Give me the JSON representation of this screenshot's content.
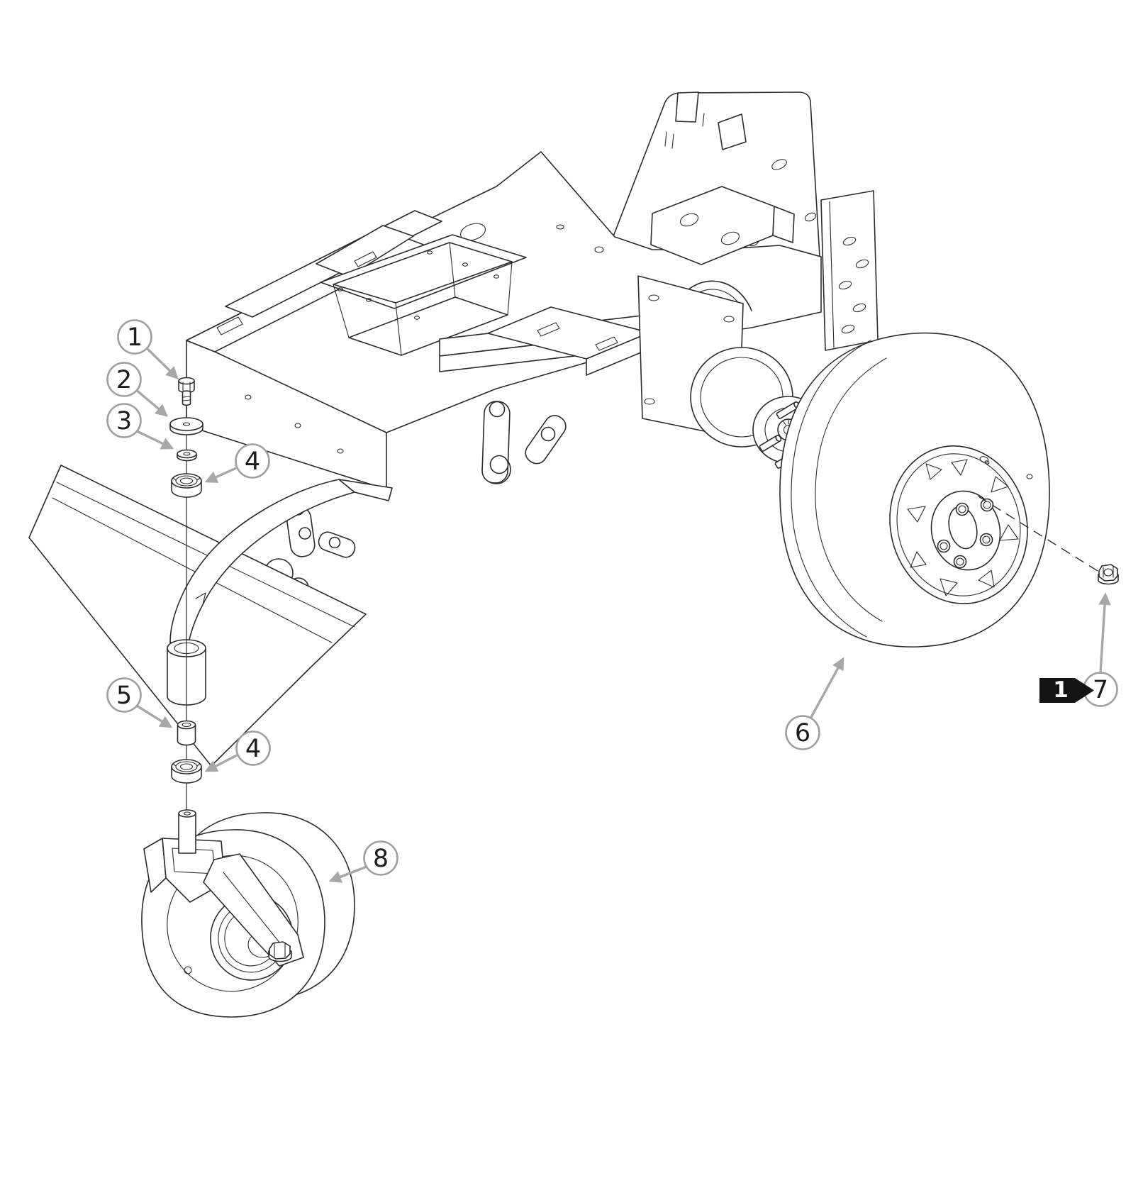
{
  "diagram": {
    "type": "exploded-parts-diagram",
    "subject": "caster wheel and drive wheel assembly",
    "background_color": "#ffffff",
    "line_color": "#2b2b2b",
    "callout_stroke_color": "#9ba0a5",
    "arrow_color": "#a5a7aa",
    "flag_bg_color": "#141414",
    "flag_text_color": "#ffffff"
  },
  "callouts": [
    {
      "label": "1",
      "part": "hex-bolt"
    },
    {
      "label": "2",
      "part": "flat-washer-large"
    },
    {
      "label": "3",
      "part": "flat-washer-small"
    },
    {
      "label": "4",
      "part": "caster-bearing-upper"
    },
    {
      "label": "5",
      "part": "spacer-bushing"
    },
    {
      "label": "4",
      "part": "caster-bearing-lower"
    },
    {
      "label": "6",
      "part": "drive-tire-and-wheel"
    },
    {
      "label": "7",
      "part": "lug-nut"
    },
    {
      "label": "8",
      "part": "caster-wheel-assembly"
    }
  ],
  "flag": {
    "label": "1"
  }
}
